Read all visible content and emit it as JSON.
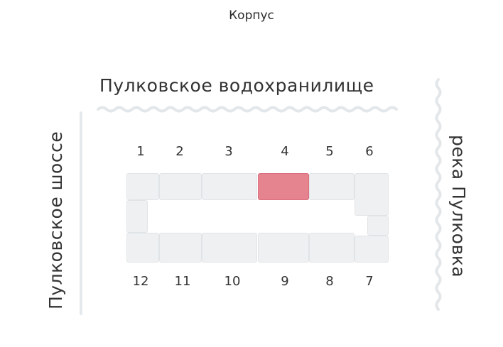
{
  "header": {
    "title": "Корпус"
  },
  "map": {
    "north_label": "Пулковское водохранилище",
    "west_label": "Пулковское шоссе",
    "east_label": "река Пулковка",
    "selected_section": "4",
    "selected_color": "#e5838f",
    "sections": [
      {
        "number": "1"
      },
      {
        "number": "2"
      },
      {
        "number": "3"
      },
      {
        "number": "4"
      },
      {
        "number": "5"
      },
      {
        "number": "6"
      },
      {
        "number": "7"
      },
      {
        "number": "8"
      },
      {
        "number": "9"
      },
      {
        "number": "10"
      },
      {
        "number": "11"
      },
      {
        "number": "12"
      }
    ]
  }
}
